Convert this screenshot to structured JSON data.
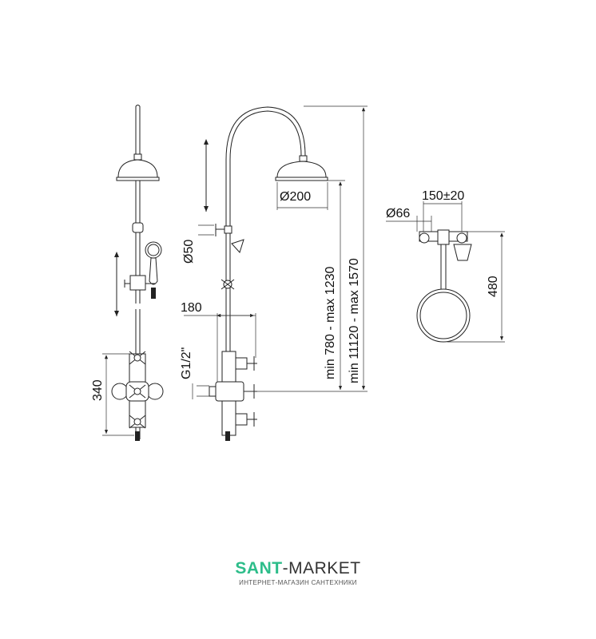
{
  "dimensions": {
    "shower_head_diameter": "Ø200",
    "hand_shower_diameter": "Ø50",
    "projection": "180",
    "thread": "G1/2\"",
    "valve_height": "340",
    "height_range_head": "min 780 - max 1230",
    "height_range_total": "min 11120 - max 1570",
    "inlet_spacing": "150±20",
    "flange_diameter": "Ø66",
    "side_height": "480"
  },
  "logo": {
    "brand_part1": "SANT",
    "brand_part2": "-MARKET",
    "tagline": "ИНТЕРНЕТ-МАГАЗИН САНТЕХНИКИ"
  }
}
